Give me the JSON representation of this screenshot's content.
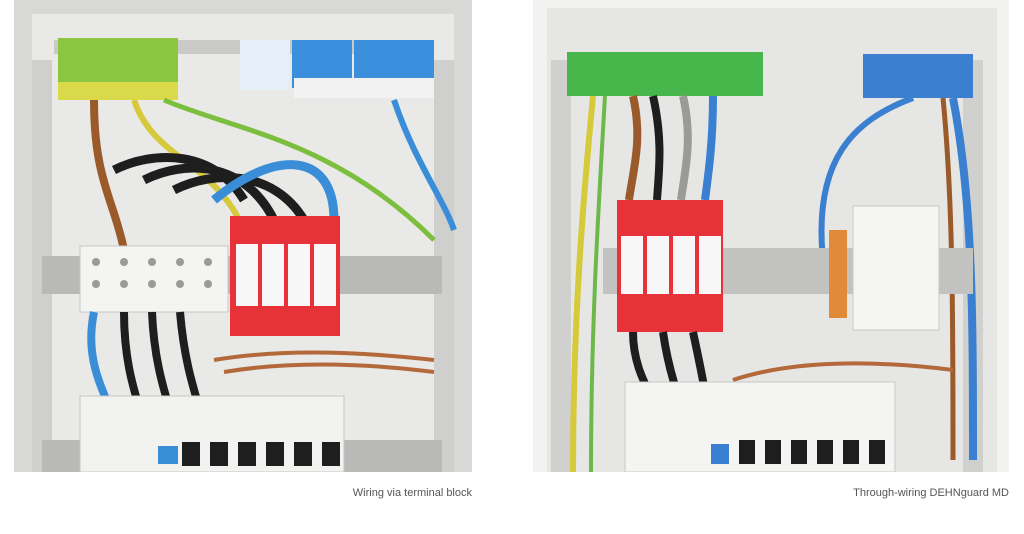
{
  "figures": [
    {
      "caption": "Wiring via terminal block",
      "photo_icon": "surge-protector-wiring-photo",
      "device_color": "#e8323a",
      "accent_green": "#7cc040",
      "accent_blue": "#3a8ed8"
    },
    {
      "caption": "Through-wiring DEHNguard MD",
      "photo_icon": "surge-protector-through-wiring-photo",
      "device_color": "#e8323a",
      "accent_green": "#43b649",
      "accent_blue": "#3a7fd0"
    }
  ]
}
